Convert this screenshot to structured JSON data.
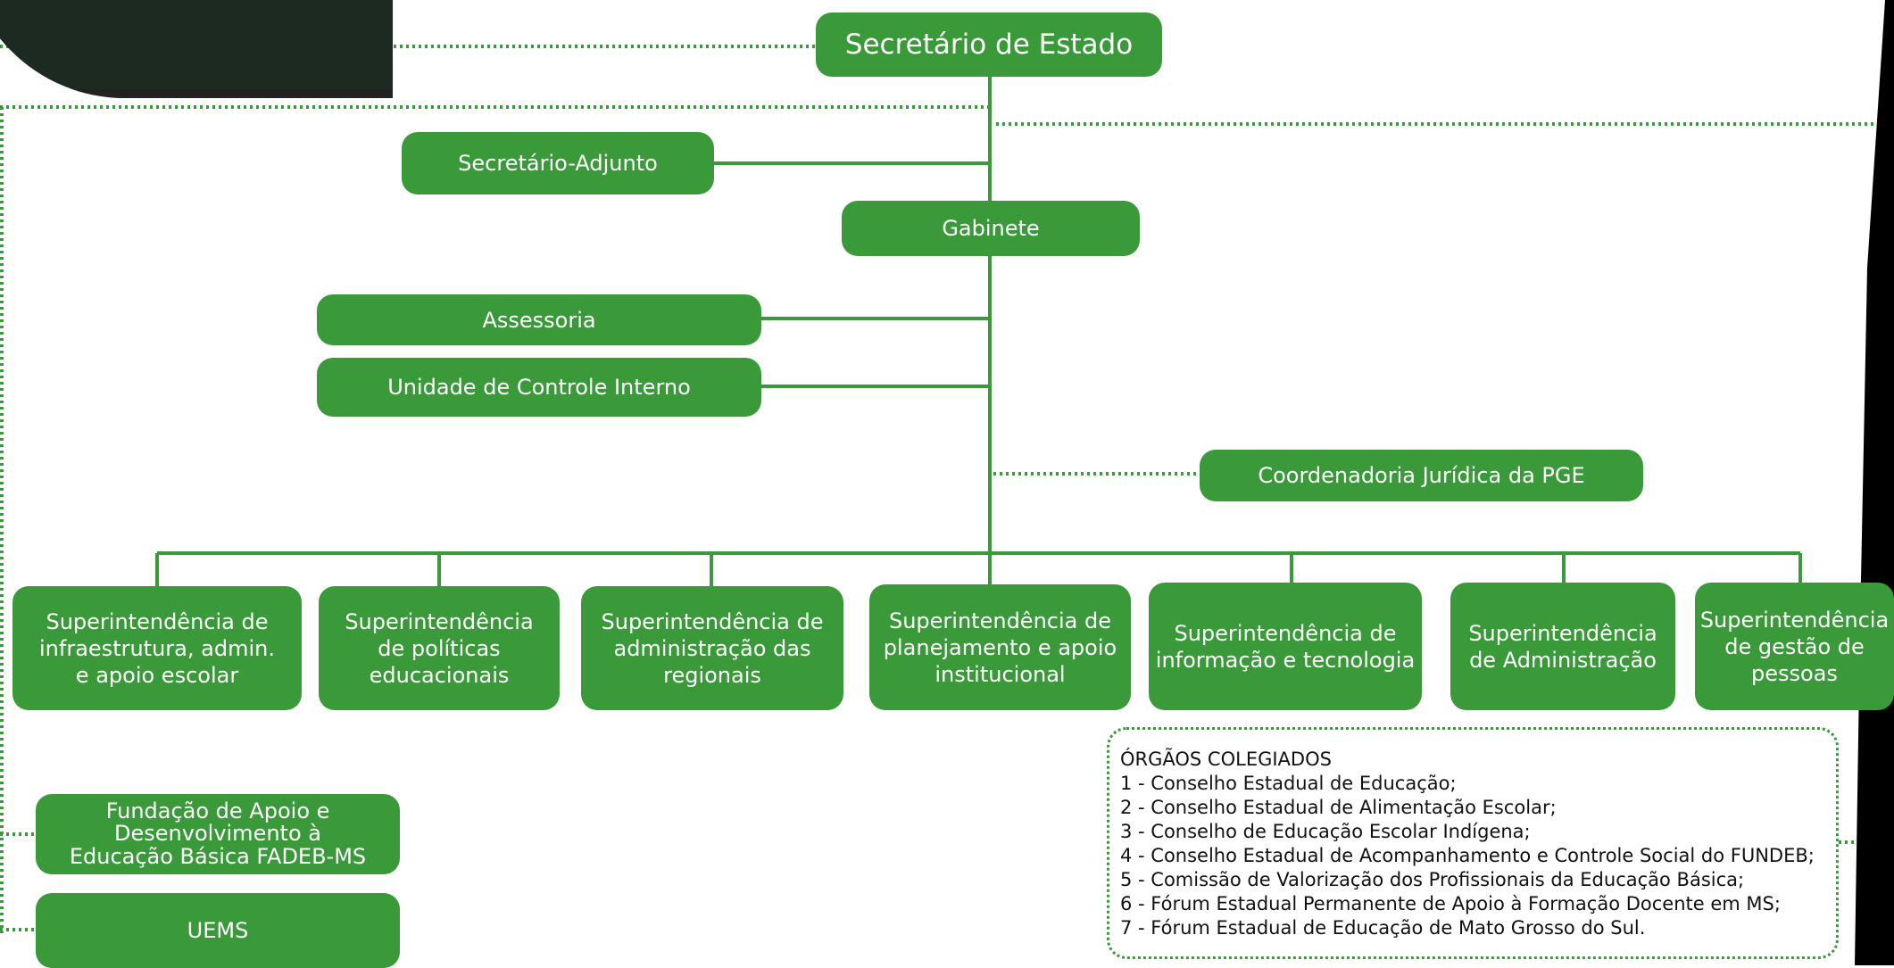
{
  "colors": {
    "green": "#3a9a3a",
    "text_on_green": "#ffffff",
    "edge": "#000000"
  },
  "top": {
    "secretario": "Secretário de Estado",
    "adjunto": "Secretário-Adjunto",
    "gabinete": "Gabinete"
  },
  "staff": {
    "assessoria": "Assessoria",
    "controle": "Unidade de Controle Interno",
    "juridica": "Coordenadoria Jurídica da PGE"
  },
  "superintendencias": [
    "Superintendência de\ninfraestrutura, admin.\ne apoio escolar",
    "Superintendência\nde políticas\neducacionais",
    "Superintendência de\nadministração das\nregionais",
    "Superintendência de\nplanejamento e apoio\ninstitucional",
    "Superintendência de\ninformação e tecnologia",
    "Superintendência\nde Administração",
    "Superintendência\nde gestão de\npessoas"
  ],
  "vinculadas": {
    "fadeb": "Fundação de Apoio e\nDesenvolvimento à\nEducação Básica FADEB-MS",
    "uems": "UEMS"
  },
  "orgaos": {
    "title": "ÓRGÃOS COLEGIADOS",
    "items": [
      "1 - Conselho Estadual de Educação;",
      "2 - Conselho Estadual de Alimentação Escolar;",
      "3 - Conselho de Educação Escolar Indígena;",
      "4 - Conselho Estadual de Acompanhamento e Controle Social do FUNDEB;",
      "5 - Comissão de Valorização dos Profissionais da Educação Básica;",
      "6 - Fórum Estadual Permanente de Apoio à Formação Docente em MS;",
      " 7 - Fórum Estadual de Educação de Mato Grosso do Sul."
    ]
  }
}
